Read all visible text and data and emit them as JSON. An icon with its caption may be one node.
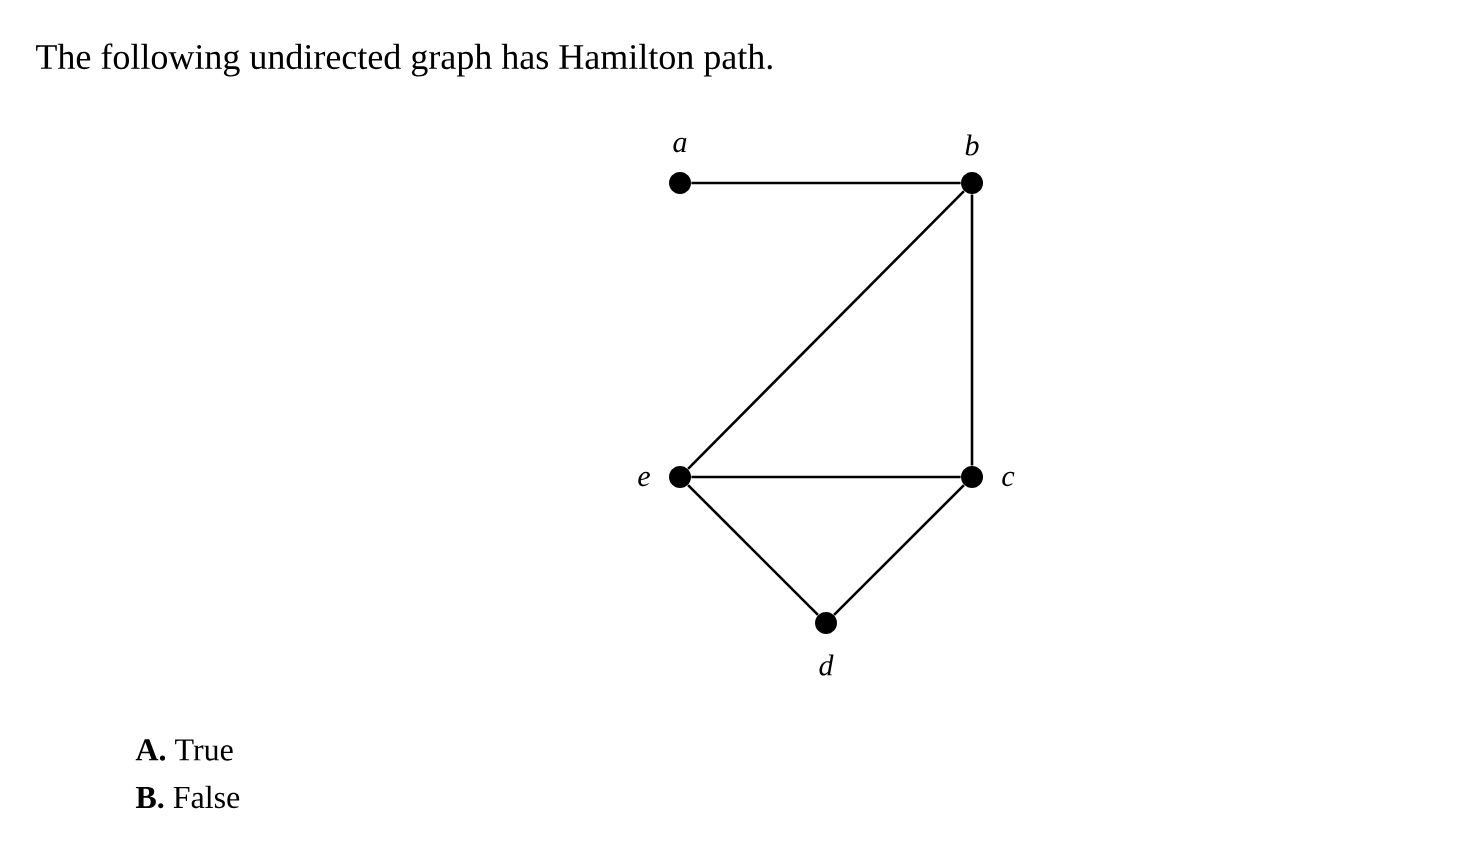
{
  "diagram": {
    "title": "The following undirected graph has Hamilton path.",
    "nodes": [
      {
        "text": [],
        "shape": "circle",
        "beside": [
          "a"
        ]
      },
      {
        "text": [],
        "shape": "circle",
        "beside": [
          "b"
        ]
      },
      {
        "text": [],
        "shape": "circle",
        "beside": [
          "c"
        ]
      },
      {
        "text": [],
        "shape": "circle",
        "beside": [
          "d"
        ]
      },
      {
        "text": [],
        "shape": "circle",
        "beside": [
          "e"
        ]
      }
    ],
    "edges": [
      {
        "from": 0,
        "to": 1,
        "arrow": "none"
      },
      {
        "from": 1,
        "to": 4,
        "arrow": "none"
      },
      {
        "from": 1,
        "to": 2,
        "arrow": "none"
      },
      {
        "from": 4,
        "to": 2,
        "arrow": "none"
      },
      {
        "from": 4,
        "to": 3,
        "arrow": "none"
      },
      {
        "from": 3,
        "to": 2,
        "arrow": "none"
      }
    ],
    "labels": [
      "**A.** True",
      "**B.** False"
    ]
  }
}
